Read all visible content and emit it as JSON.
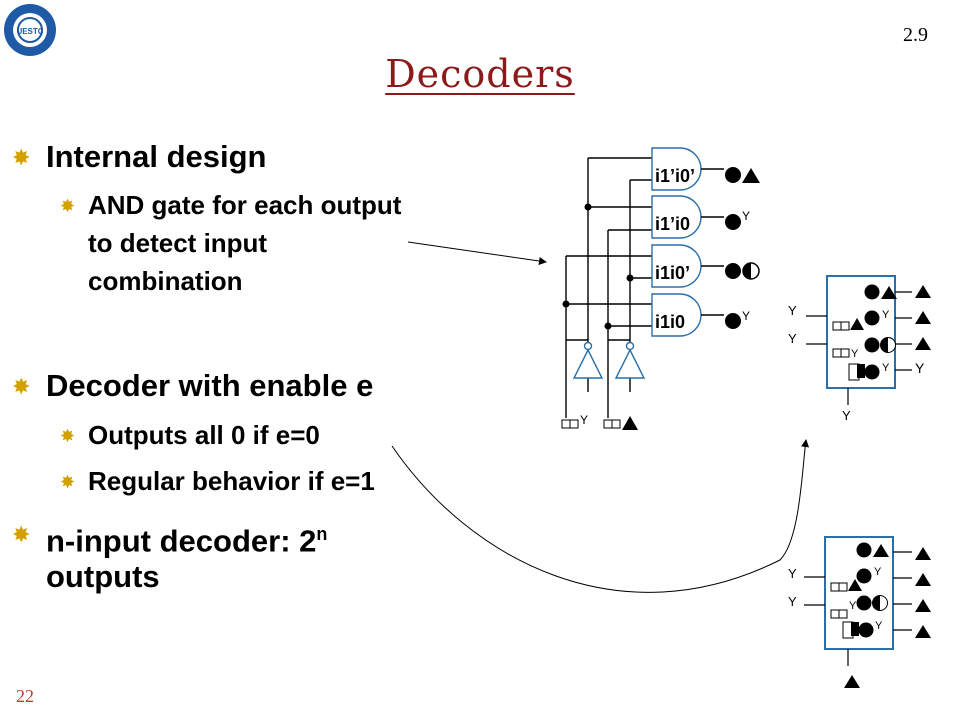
{
  "slide": {
    "number": "2.9",
    "title": "Decoders",
    "page": "22"
  },
  "bullets": [
    {
      "text": "Internal design"
    },
    {
      "text": "AND gate for each output"
    },
    {
      "text": "to detect input"
    },
    {
      "text": "combination"
    },
    {
      "text": "Decoder with enable e"
    },
    {
      "text": "Outputs all 0 if e=0"
    },
    {
      "text": "Regular behavior if e=1"
    },
    {
      "text": "n-input decoder: 2"
    },
    {
      "text": "n"
    },
    {
      "text": "outputs"
    }
  ],
  "gates": [
    "i1’i0’",
    "i1’i0",
    "i1i0’",
    "i1i0"
  ],
  "colors": {
    "title": "#8b1a1a",
    "bullet": "#d4a000",
    "gate": "#2a6fa8",
    "page": "#c0392b"
  }
}
